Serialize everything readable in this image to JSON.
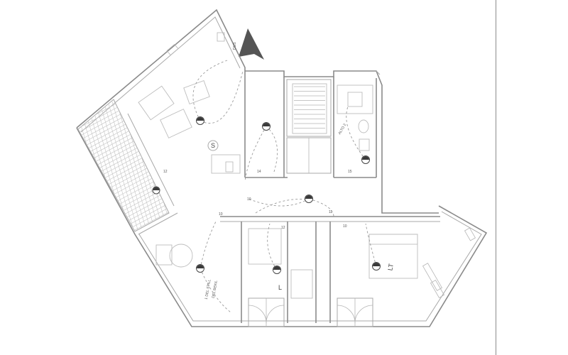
{
  "labels": {
    "room_s": "S",
    "room_l": "L",
    "room_lt": "LT",
    "small_1": "10",
    "small_2": "10",
    "small_3": "11",
    "small_4": "10",
    "small_5": "14",
    "small_6": "15",
    "small_7": "12",
    "small_8": "12",
    "vert_1": "1 DEL STILL",
    "vert_2": "DEL BEKIL",
    "vert_3": "ALTO 2",
    "vert_4": "DUS"
  },
  "colors": {
    "wall": "#8a8a8a",
    "fixture": "#3a3a3a",
    "north_arrow": "#555555"
  }
}
